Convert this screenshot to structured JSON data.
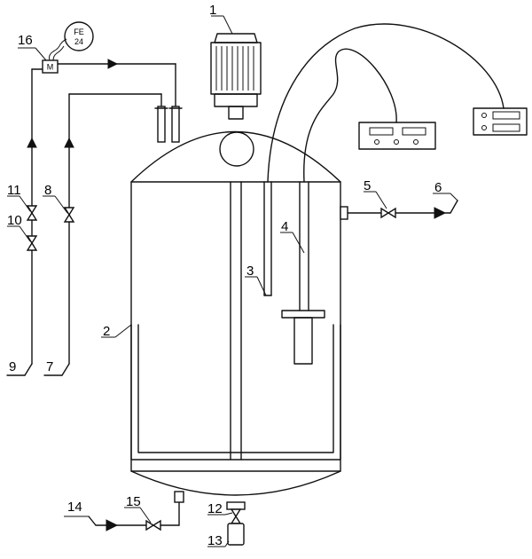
{
  "callouts": [
    "1",
    "2",
    "3",
    "4",
    "5",
    "6",
    "7",
    "8",
    "9",
    "10",
    "11",
    "12",
    "13",
    "14",
    "15",
    "16"
  ],
  "flow_sensor": {
    "line1": "FE",
    "line2": "24"
  },
  "flowmeter_letter": "M"
}
